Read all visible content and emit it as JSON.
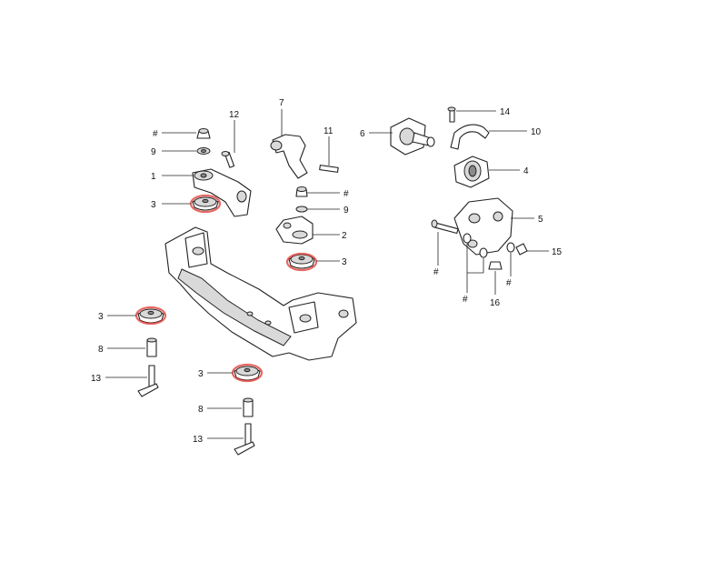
{
  "callouts": [
    {
      "id": "c-hash-1",
      "text": "#"
    },
    {
      "id": "c-9-left",
      "text": "9"
    },
    {
      "id": "c-12",
      "text": "12"
    },
    {
      "id": "c-1",
      "text": "1"
    },
    {
      "id": "c-3-top",
      "text": "3"
    },
    {
      "id": "c-7",
      "text": "7"
    },
    {
      "id": "c-11",
      "text": "11"
    },
    {
      "id": "c-hash-2",
      "text": "#"
    },
    {
      "id": "c-9-right",
      "text": "9"
    },
    {
      "id": "c-2",
      "text": "2"
    },
    {
      "id": "c-3-right",
      "text": "3"
    },
    {
      "id": "c-6",
      "text": "6"
    },
    {
      "id": "c-14",
      "text": "14"
    },
    {
      "id": "c-10",
      "text": "10"
    },
    {
      "id": "c-4",
      "text": "4"
    },
    {
      "id": "c-5",
      "text": "5"
    },
    {
      "id": "c-15",
      "text": "15"
    },
    {
      "id": "c-hash-3",
      "text": "#"
    },
    {
      "id": "c-hash-4",
      "text": "#"
    },
    {
      "id": "c-hash-5",
      "text": "#"
    },
    {
      "id": "c-16",
      "text": "16"
    },
    {
      "id": "c-3-left",
      "text": "3"
    },
    {
      "id": "c-8-left",
      "text": "8"
    },
    {
      "id": "c-13-left",
      "text": "13"
    },
    {
      "id": "c-3-bottom",
      "text": "3"
    },
    {
      "id": "c-8-bottom",
      "text": "8"
    },
    {
      "id": "c-13-bottom",
      "text": "13"
    }
  ],
  "highlight_color": "#e0352f",
  "line_color": "#222222"
}
